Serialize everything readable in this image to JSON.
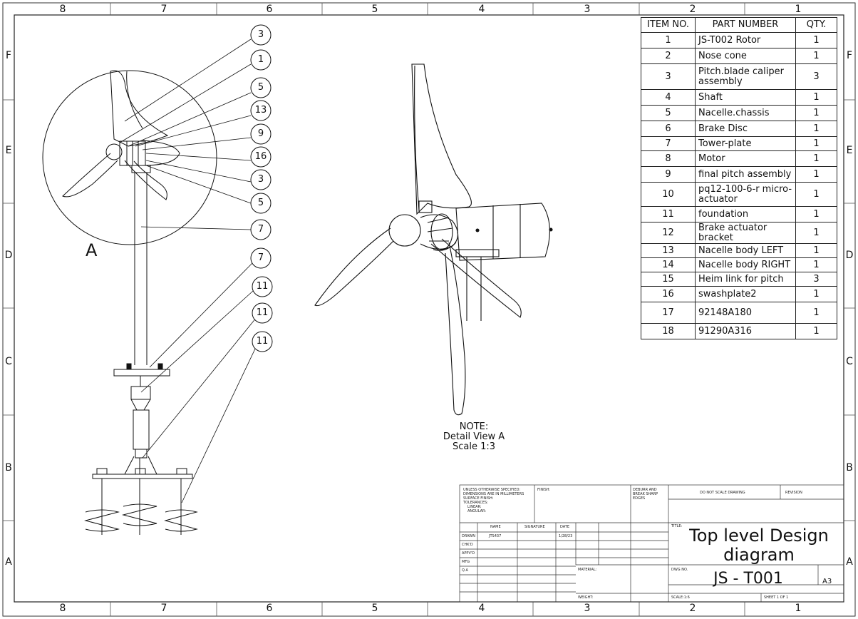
{
  "zones": {
    "columns": [
      "8",
      "7",
      "6",
      "5",
      "4",
      "3",
      "2",
      "1"
    ],
    "rows": [
      "F",
      "E",
      "D",
      "C",
      "B",
      "A"
    ]
  },
  "bom": {
    "headers": [
      "ITEM NO.",
      "PART NUMBER",
      "QTY."
    ],
    "rows": [
      {
        "item": "1",
        "part": "JS-T002 Rotor",
        "qty": "1"
      },
      {
        "item": "2",
        "part": "Nose cone",
        "qty": "1"
      },
      {
        "item": "3",
        "part": "Pitch.blade caliper assembly",
        "qty": "3"
      },
      {
        "item": "4",
        "part": "Shaft",
        "qty": "1"
      },
      {
        "item": "5",
        "part": "Nacelle.chassis",
        "qty": "1"
      },
      {
        "item": "6",
        "part": "Brake Disc",
        "qty": "1"
      },
      {
        "item": "7",
        "part": "Tower-plate",
        "qty": "1"
      },
      {
        "item": "8",
        "part": "Motor",
        "qty": "1"
      },
      {
        "item": "9",
        "part": "final pitch assembly",
        "qty": "1"
      },
      {
        "item": "10",
        "part": "pq12-100-6-r micro-actuator",
        "qty": "1"
      },
      {
        "item": "11",
        "part": "foundation",
        "qty": "1"
      },
      {
        "item": "12",
        "part": "Brake actuator bracket",
        "qty": "1"
      },
      {
        "item": "13",
        "part": "Nacelle body LEFT",
        "qty": "1"
      },
      {
        "item": "14",
        "part": "Nacelle body RIGHT",
        "qty": "1"
      },
      {
        "item": "15",
        "part": "Heim link for pitch",
        "qty": "3"
      },
      {
        "item": "16",
        "part": "swashplate2",
        "qty": "1"
      },
      {
        "item": "17",
        "part": "92148A180",
        "qty": "1"
      },
      {
        "item": "18",
        "part": "91290A316",
        "qty": "1"
      }
    ]
  },
  "callouts": [
    "3",
    "1",
    "5",
    "13",
    "9",
    "16",
    "3",
    "5",
    "7",
    "7",
    "11",
    "11",
    "11"
  ],
  "detail_label": "A",
  "note": {
    "line1": "NOTE:",
    "line2": "Detail View A",
    "line3": "Scale 1:3"
  },
  "title_block": {
    "spec_note": [
      "UNLESS OTHERWISE SPECIFIED:",
      "DIMENSIONS ARE IN MILLIMETERS",
      "SURFACE FINISH:",
      "TOLERANCES:",
      "LINEAR:",
      "ANGULAR:"
    ],
    "finish_label": "FINISH:",
    "deburr_note": [
      "DEBURR AND",
      "BREAK SHARP",
      "EDGES"
    ],
    "do_not_scale": "DO NOT SCALE DRAWING",
    "revision_label": "REVISION",
    "col_headers": [
      "NAME",
      "SIGNATURE",
      "DATE"
    ],
    "row_labels": [
      "DRAWN",
      "CHK'D",
      "APPV'D",
      "MFG",
      "Q.A"
    ],
    "drawn_name": "JTS437",
    "drawn_date": "1/28/23",
    "title_label": "TITLE:",
    "title_line1": "Top level Design",
    "title_line2": "diagram",
    "material_label": "MATERIAL:",
    "weight_label": "WEIGHT:",
    "dwg_no_label": "DWG NO.",
    "dwg_no": "JS - T001",
    "sheet_size": "A3",
    "scale": "SCALE:1:6",
    "sheet": "SHEET 1 OF 1"
  }
}
